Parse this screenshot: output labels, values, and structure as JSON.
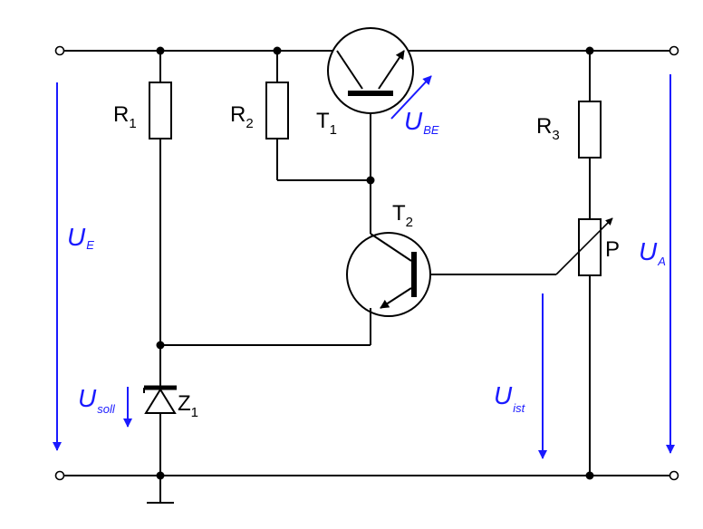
{
  "components": {
    "r1": {
      "name": "R",
      "sub": "1"
    },
    "r2": {
      "name": "R",
      "sub": "2"
    },
    "r3": {
      "name": "R",
      "sub": "3"
    },
    "t1": {
      "name": "T",
      "sub": "1"
    },
    "t2": {
      "name": "T",
      "sub": "2"
    },
    "p": {
      "name": "P"
    },
    "z1": {
      "name": "Z",
      "sub": "1"
    }
  },
  "voltages": {
    "ue": {
      "name": "U",
      "sub": "E"
    },
    "ua": {
      "name": "U",
      "sub": "A"
    },
    "ube": {
      "name": "U",
      "sub": "BE"
    },
    "usoll": {
      "name": "U",
      "sub": "soll"
    },
    "uist": {
      "name": "U",
      "sub": "ist"
    }
  },
  "colors": {
    "wire": "#000000",
    "voltage": "#1a1aff"
  }
}
